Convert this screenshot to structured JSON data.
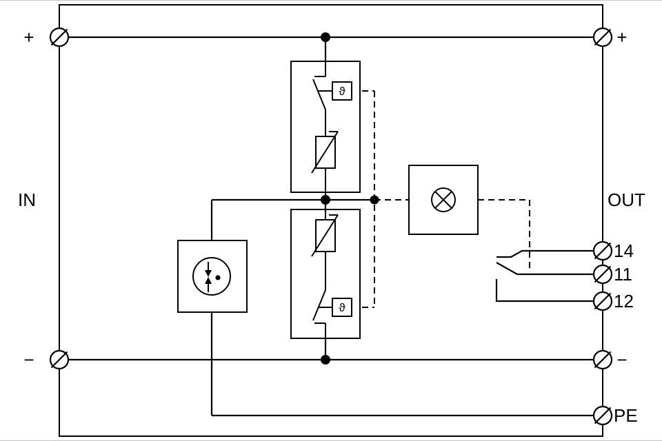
{
  "diagram": {
    "side_labels": {
      "in": "IN",
      "out": "OUT"
    },
    "terminals": {
      "in_plus": "+",
      "in_minus": "−",
      "out_plus": "+",
      "out_minus": "−",
      "relay_14": "14",
      "relay_11": "11",
      "relay_12": "12",
      "pe": "PE"
    },
    "symbols": {
      "thermal_disconnect_upper": "ϑ",
      "thermal_disconnect_lower": "ϑ"
    },
    "colors": {
      "stroke": "#000000",
      "background": "#ffffff"
    }
  }
}
